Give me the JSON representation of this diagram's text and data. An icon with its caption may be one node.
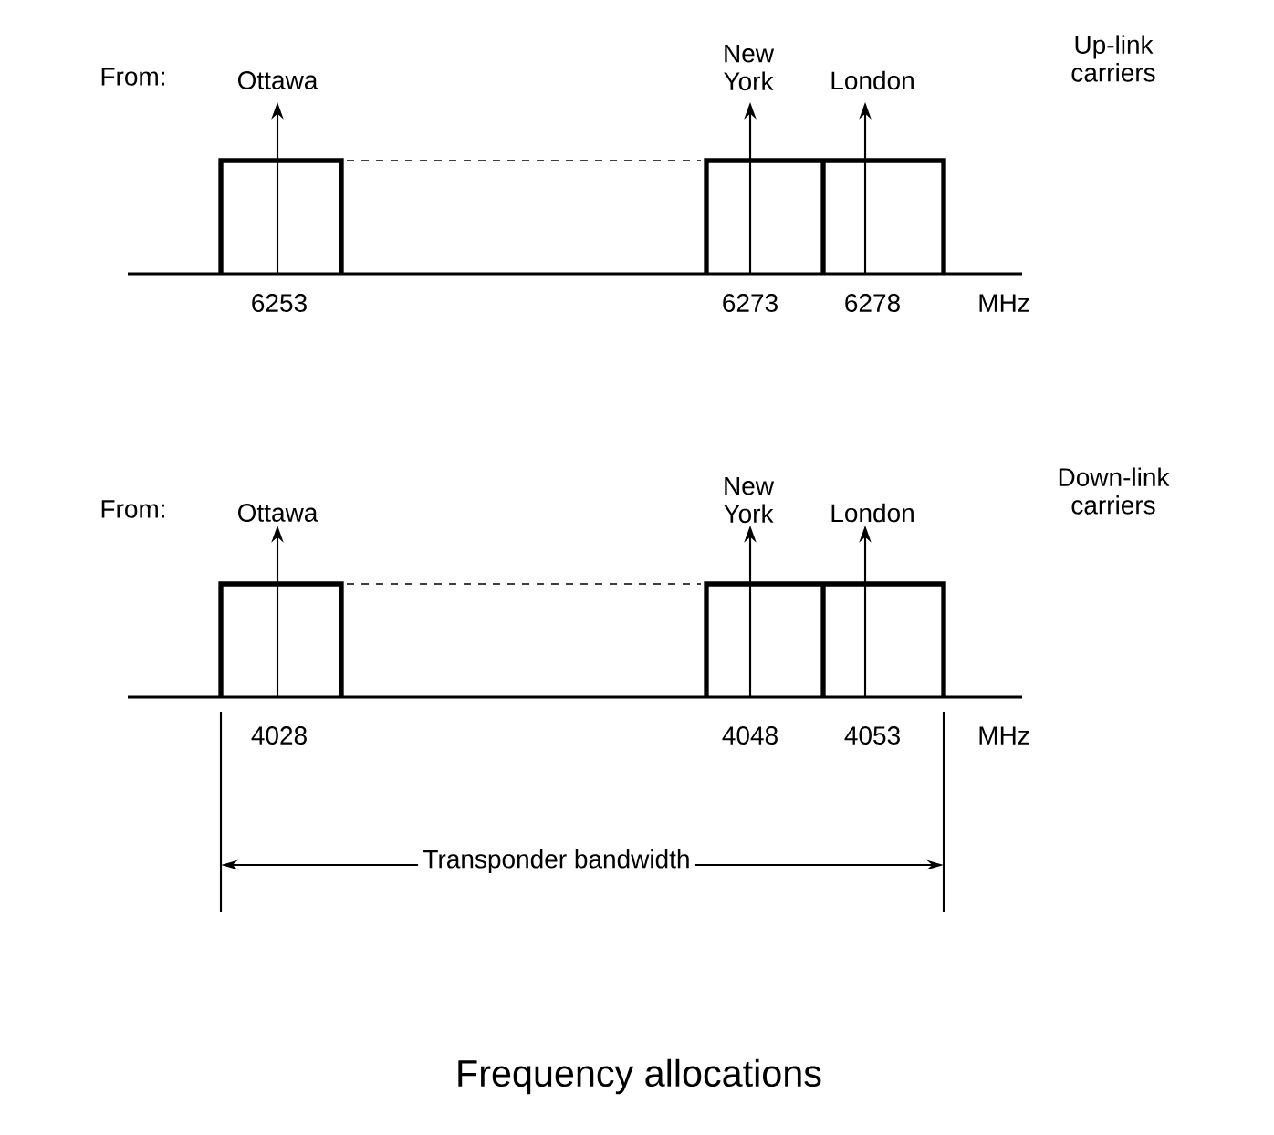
{
  "diagram": {
    "caption": "Frequency allocations",
    "labels": [
      "From:",
      "Ottawa",
      "New York",
      "London",
      "Up-link carriers",
      "6253",
      "6273",
      "6278",
      "MHz",
      "From:",
      "Ottawa",
      "New York",
      "London",
      "Down-link carriers",
      "4028",
      "4048",
      "4053",
      "MHz",
      "Transponder bandwidth"
    ]
  }
}
